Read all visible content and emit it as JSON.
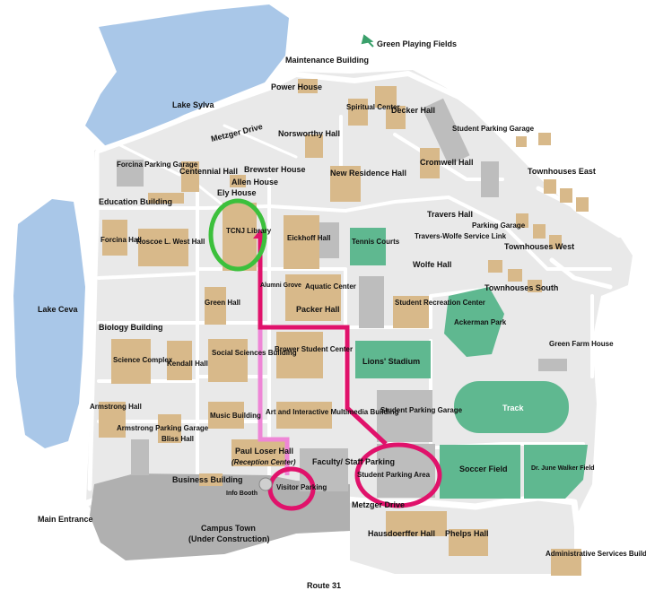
{
  "map": {
    "colors": {
      "ground": "#e9e9e9",
      "road": "#ffffff",
      "building": "#d8b98a",
      "parking": "#bdbdbd",
      "field": "#5fb890",
      "water": "#a9c7e8",
      "route_red": "#e0126b",
      "route_pink": "#ee86d6",
      "highlight_green": "#3cc03c"
    },
    "labels": {
      "green_playing_fields": "Green Playing Fields",
      "maintenance_building": "Maintenance Building",
      "power_house": "Power House",
      "lake_sylva": "Lake Sylva",
      "metzger_drive_top": "Metzger Drive",
      "spiritual_center": "Spiritual Center",
      "decker_hall": "Decker Hall",
      "student_parking_garage_top": "Student Parking Garage",
      "norsworthy_hall": "Norsworthy Hall",
      "cromwell_hall": "Cromwell Hall",
      "forcina_parking_garage": "Forcina Parking Garage",
      "centennial_hall": "Centennial Hall",
      "brewster_house": "Brewster House",
      "allen_house": "Allen House",
      "ely_house": "Ely House",
      "new_residence_hall": "New Residence Hall",
      "townhouses_east": "Townhouses East",
      "education_building": "Education Building",
      "tcnj_library": "TCNJ Library",
      "eickhoff_hall": "Eickhoff Hall",
      "tennis_courts": "Tennis Courts",
      "travers_hall": "Travers Hall",
      "parking_garage": "Parking Garage",
      "travers_wolfe_link": "Travers-Wolfe Service Link",
      "wolfe_hall": "Wolfe Hall",
      "townhouses_west": "Townhouses West",
      "forcina_hall": "Forcina Hall",
      "roscoe_west_hall": "Roscoe L. West Hall",
      "alumni_grove": "Alumni Grove",
      "aquatic_center": "Aquatic Center",
      "packer_hall": "Packer Hall",
      "student_recreation_center": "Student Recreation Center",
      "townhouses_south": "Townhouses South",
      "lake_ceva": "Lake Ceva",
      "green_hall": "Green Hall",
      "biology_building": "Biology Building",
      "ackerman_park": "Ackerman Park",
      "green_farm_house": "Green Farm House",
      "brower_student_center": "Brower Student Center",
      "science_complex": "Science Complex",
      "kendall_hall": "Kendall Hall",
      "social_sciences_building": "Social Sciences Building",
      "lions_stadium": "Lions' Stadium",
      "student_parking_garage": "Student Parking Garage",
      "track": "Track",
      "armstrong_hall": "Armstrong Hall",
      "art_multimedia": "Art and Interactive Multimedia Building",
      "music_building": "Music Building",
      "armstrong_parking_garage": "Armstrong Parking Garage",
      "bliss_hall": "Bliss Hall",
      "paul_loser_hall": "Paul Loser Hall",
      "reception_center": "(Reception Center)",
      "faculty_staff_parking": "Faculty/ Staff Parking",
      "student_parking_area": "Student Parking Area",
      "soccer_field": "Soccer Field",
      "dr_june_walker_field": "Dr. June Walker Field",
      "business_building": "Business Building",
      "info_booth": "Info Booth",
      "visitor_parking": "Visitor Parking",
      "metzger_drive_bottom": "Metzger Drive",
      "main_entrance": "Main Entrance",
      "campus_town": "Campus Town",
      "under_construction": "(Under Construction)",
      "hausdoerffer_hall": "Hausdoerffer Hall",
      "phelps_hall": "Phelps Hall",
      "administrative_services": "Administrative Services Building",
      "route_31": "Route 31"
    }
  }
}
